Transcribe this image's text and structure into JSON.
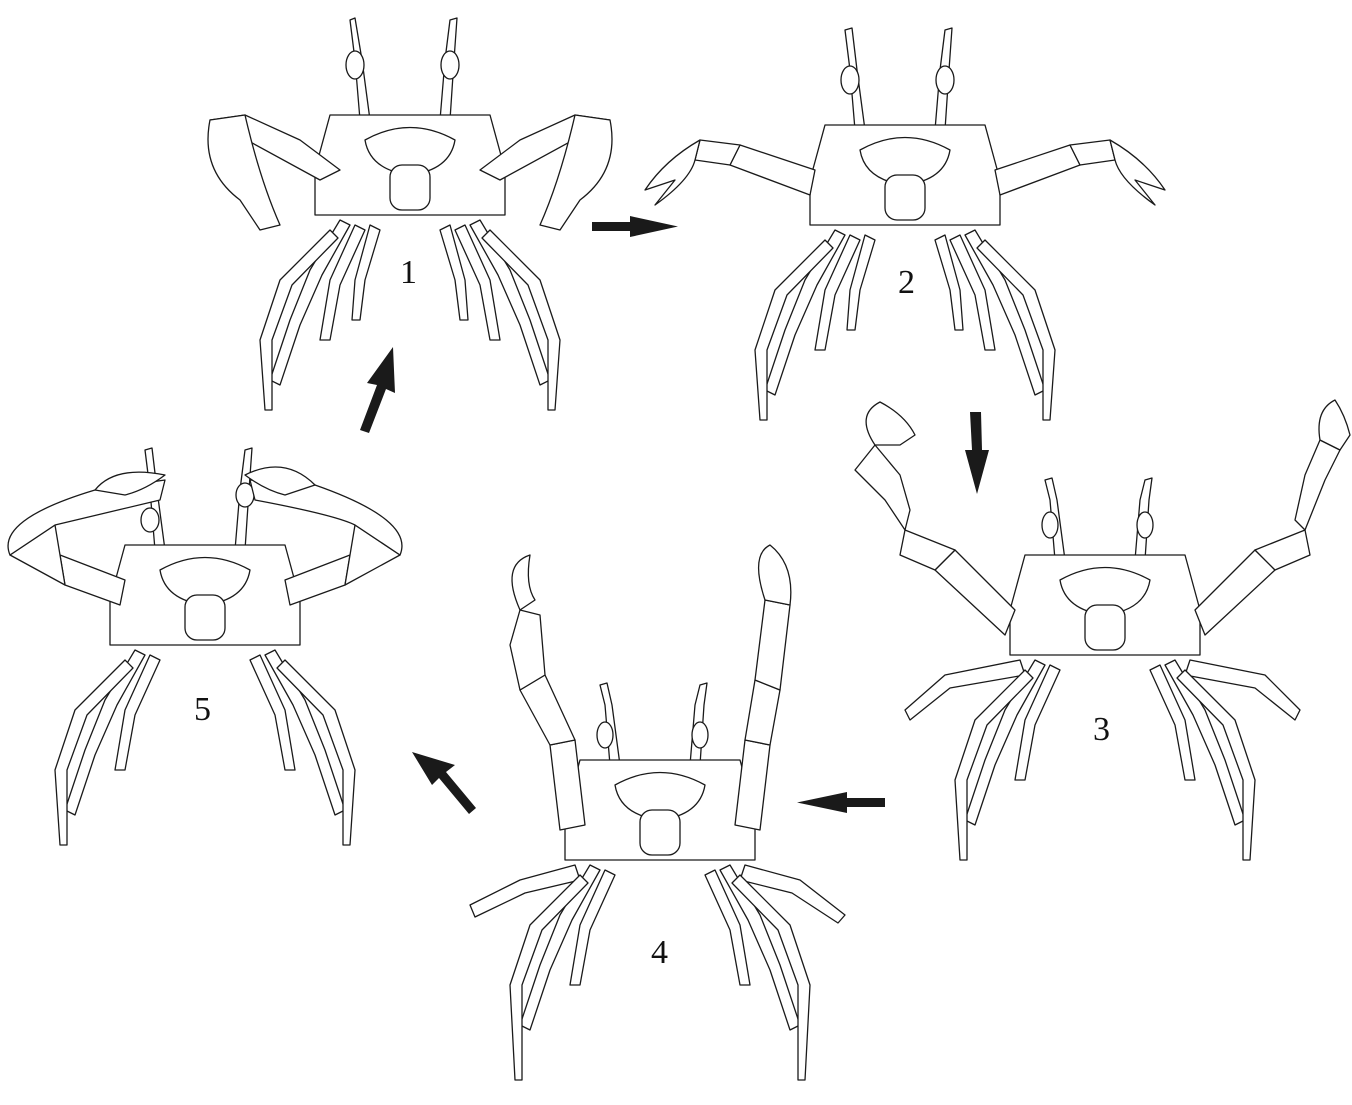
{
  "figure": {
    "stages": [
      {
        "label": "1",
        "pose": "claws-folded-front"
      },
      {
        "label": "2",
        "pose": "claws-extended-sideways"
      },
      {
        "label": "3",
        "pose": "claws-raised-wide"
      },
      {
        "label": "4",
        "pose": "claws-raised-vertical"
      },
      {
        "label": "5",
        "pose": "claws-folded-overhead"
      }
    ],
    "arrows": [
      {
        "from": "1",
        "to": "2",
        "direction": "right"
      },
      {
        "from": "2",
        "to": "3",
        "direction": "down"
      },
      {
        "from": "3",
        "to": "4",
        "direction": "left"
      },
      {
        "from": "4",
        "to": "5",
        "direction": "up-left"
      },
      {
        "from": "5",
        "to": "1",
        "direction": "up-right"
      }
    ],
    "line_color": "#1a1a1a",
    "background": "#ffffff"
  }
}
